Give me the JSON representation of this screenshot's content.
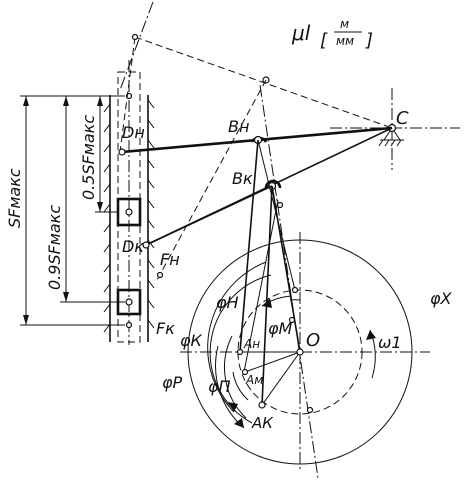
{
  "scale": {
    "symbol": "μl",
    "unit_num": "м",
    "unit_den": "мм"
  },
  "points": {
    "C": "C",
    "B_n": "Bн",
    "B_k": "Bк",
    "D_n": "Dн",
    "D_k": "Dк",
    "F_n": "Fн",
    "F_k": "Fк",
    "A_n": "Aн",
    "A_m": "Aм",
    "A_k": "AК",
    "O": "O"
  },
  "dimensions": {
    "s_max": "SFмакс",
    "half_s": "0.5SFмакс",
    "ninety_s": "0.9SFмакс"
  },
  "angles": {
    "phi_h": "φН",
    "phi_k": "φК",
    "phi_m": "φМ",
    "phi_p": "φР",
    "phi_pi": "φП",
    "phi_x": "φХ",
    "omega": "ω1"
  }
}
